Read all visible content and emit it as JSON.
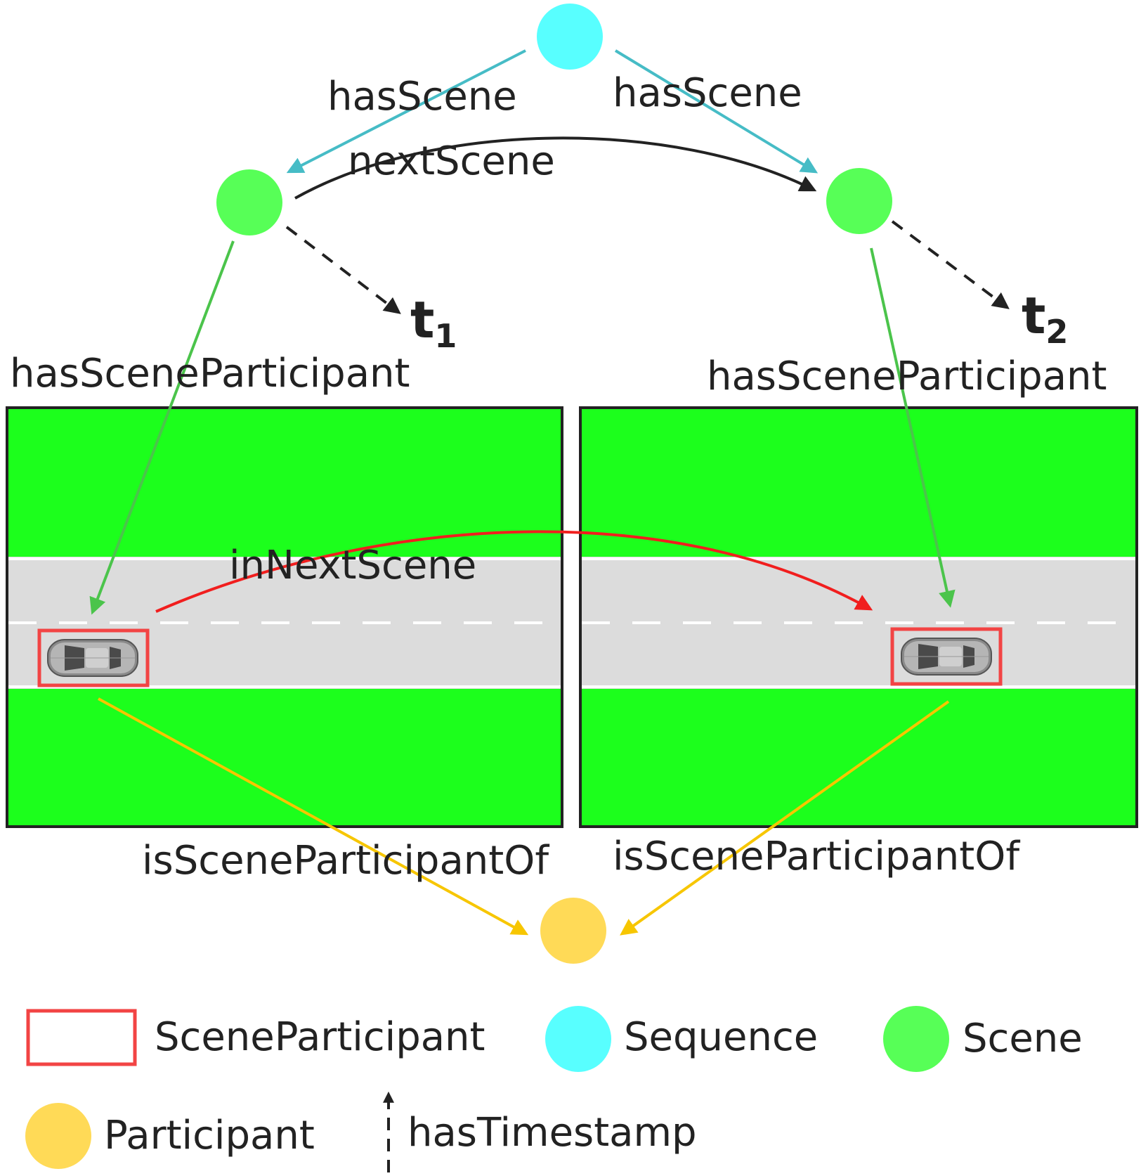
{
  "colors": {
    "sequence": "#58FFFF",
    "scene": "#57FF57",
    "participant": "#FFDA57",
    "scene_participant_border": "#F24444",
    "has_scene_edge": "#46BCC6",
    "has_scene_participant_edge": "#4BC44B",
    "is_scene_participant_of_edge": "#F7C600",
    "in_next_scene_edge": "#F11E1E",
    "next_scene_edge": "#222222",
    "grass": "#1CFF1C",
    "road": "#DCDCDC"
  },
  "edges": {
    "has_scene_left": "hasScene",
    "has_scene_right": "hasScene",
    "next_scene": "nextScene",
    "has_scene_participant_left": "hasSceneParticipant",
    "has_scene_participant_right": "hasSceneParticipant",
    "in_next_scene": "inNextScene",
    "is_scene_participant_of_left": "isSceneParticipantOf",
    "is_scene_participant_of_right": "isSceneParticipantOf"
  },
  "timestamps": {
    "t1": {
      "base": "t",
      "sub": "1"
    },
    "t2": {
      "base": "t",
      "sub": "2"
    }
  },
  "legend": {
    "scene_participant": "SceneParticipant",
    "sequence": "Sequence",
    "scene": "Scene",
    "participant": "Participant",
    "has_timestamp": "hasTimestamp"
  }
}
